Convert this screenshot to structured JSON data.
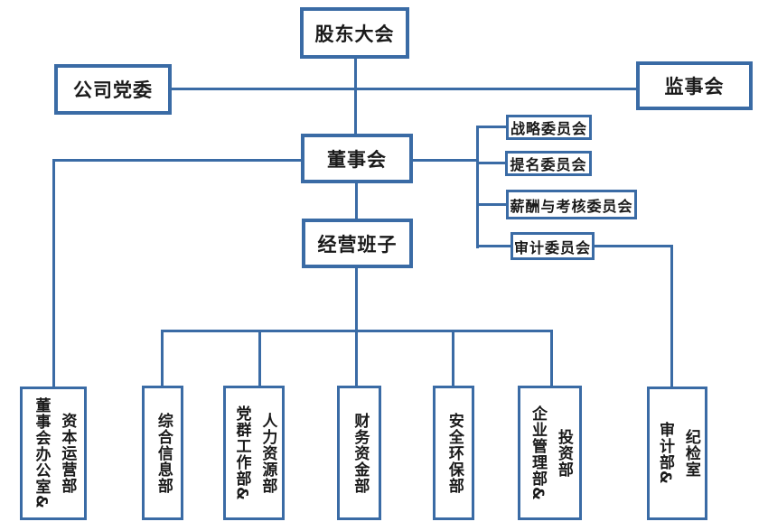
{
  "colors": {
    "line": "#3A6BA5",
    "text": "#1A1A1A",
    "background": "#FFFFFF"
  },
  "nodes": {
    "shareholders_meeting": "股东大会",
    "party_committee": "公司党委",
    "supervisory_board": "监事会",
    "board_of_directors": "董事会",
    "management_team": "经营班子"
  },
  "committees": [
    {
      "label": "战略委员会"
    },
    {
      "label": "提名委员会"
    },
    {
      "label": "薪酬与考核委员会"
    },
    {
      "label": "审计委员会"
    }
  ],
  "departments": [
    {
      "columns": [
        "董事会办公室&",
        "资本运营部"
      ]
    },
    {
      "columns": [
        "综合信息部"
      ]
    },
    {
      "columns": [
        "党群工作部&",
        "人力资源部"
      ]
    },
    {
      "columns": [
        "财务资金部"
      ]
    },
    {
      "columns": [
        "安全环保部"
      ]
    },
    {
      "columns": [
        "企业管理部&",
        "投资部"
      ]
    },
    {
      "columns": [
        "审计部&",
        "纪检室"
      ]
    }
  ]
}
